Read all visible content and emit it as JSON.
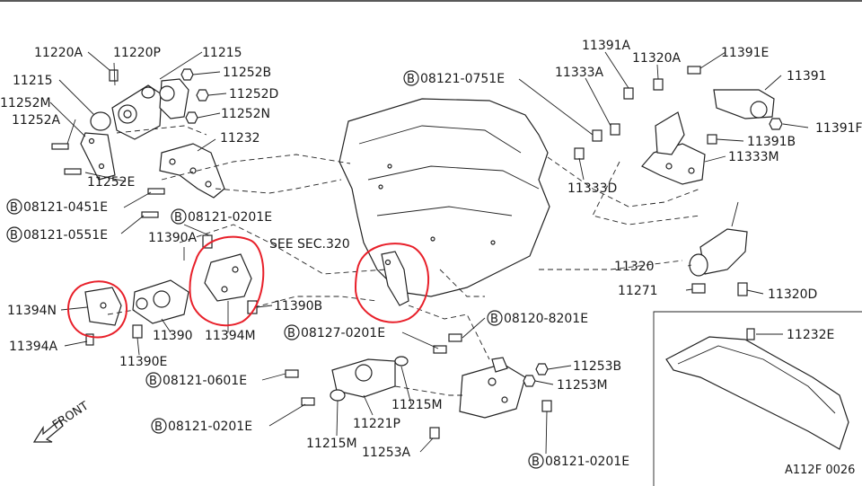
{
  "labels": {
    "l11220A": "11220A",
    "l11220P": "11220P",
    "l11215a": "11215",
    "l11252B": "11252B",
    "l11252D": "11252D",
    "l11252N": "11252N",
    "l11215b": "11215",
    "l11252M": "11252M",
    "l11252A": "11252A",
    "l11232": "11232",
    "l11252E": "11252E",
    "l0451": "08121-0451E",
    "l0551": "08121-0551E",
    "l0201a": "08121-0201E",
    "l11390A": "11390A",
    "lSee": "SEE SEC.320",
    "l11394N": "11394N",
    "l11390B": "11390B",
    "l11390": "11390",
    "l11394M": "11394M",
    "l11394A": "11394A",
    "l11390E": "11390E",
    "l0751": "08121-0751E",
    "l11391A": "11391A",
    "l11320A": "11320A",
    "l11391E": "11391E",
    "l11391": "11391",
    "l11333A": "11333A",
    "l11391F": "11391F",
    "l11391B": "11391B",
    "l11333M": "11333M",
    "l11333D": "11333D",
    "l11320": "11320",
    "l11271": "11271",
    "l11320D": "11320D",
    "l8201": "08120-8201E",
    "l0201b": "08127-0201E",
    "l0601": "08121-0601E",
    "l11253B": "11253B",
    "l11253M": "11253M",
    "l11215Ma": "11215M",
    "l0201c": "08121-0201E",
    "l11221P": "11221P",
    "l11215Mb": "11215M",
    "l11253A": "11253A",
    "l0201d": "08121-0201E",
    "l11232E": "11232E",
    "front": "FRONT",
    "code": "A112F 0026",
    "b": "B"
  },
  "colors": {
    "ink": "#222222",
    "highlight": "#e8202a"
  }
}
